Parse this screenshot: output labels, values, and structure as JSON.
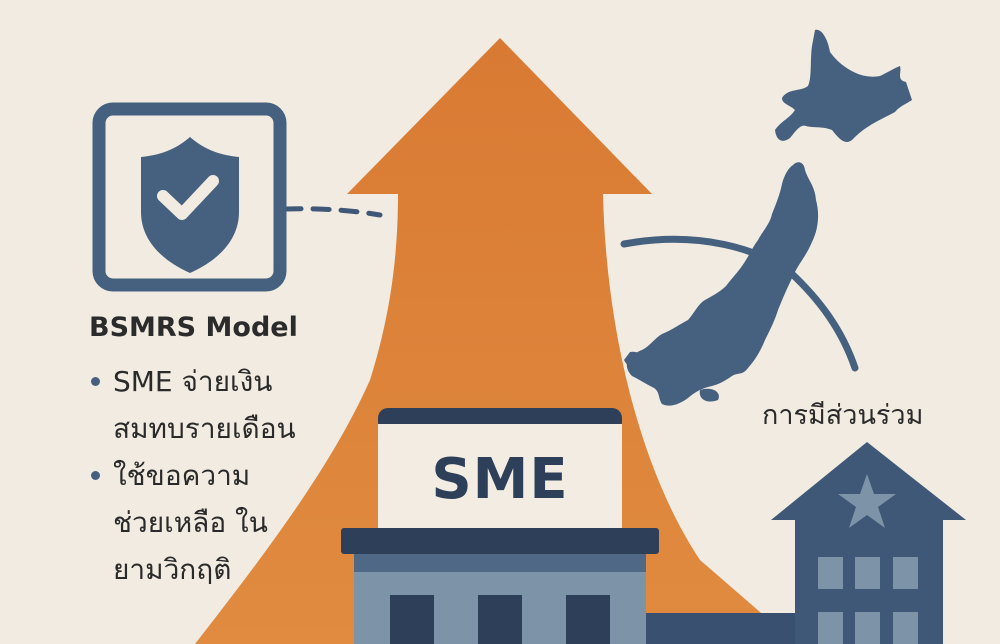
{
  "palette": {
    "background": "#f1ebe1",
    "arrow_orange": "#dc7f38",
    "navy": "#3f5877",
    "dark_navy": "#2e3f5a",
    "slate_light": "#7d93a8",
    "text": "#2a2a2a"
  },
  "model_panel": {
    "icon": "shield-check-icon",
    "title": "BSMRS Model",
    "bullets": [
      {
        "lines": [
          "SME จ่ายเงิน",
          "สมทบรายเดือน"
        ]
      },
      {
        "lines": [
          "ใช้ขอความ",
          "ช่วยเหลือ ใน",
          "ยามวิกฤติ"
        ]
      }
    ]
  },
  "center": {
    "arrow": "growth-arrow-up",
    "building_sign": "SME"
  },
  "right": {
    "map": "japan-map",
    "label": "การมีส่วนร่วม",
    "building_icon": "government-building-star-icon"
  }
}
